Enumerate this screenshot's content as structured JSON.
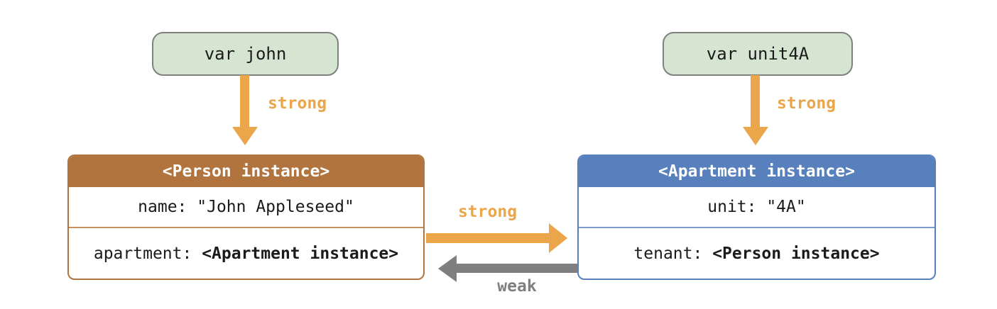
{
  "diagram": {
    "variables": [
      {
        "name": "john",
        "label": "var john",
        "reference_label": "strong"
      },
      {
        "name": "unit4A",
        "label": "var unit4A",
        "reference_label": "strong"
      }
    ],
    "instances": [
      {
        "name": "person",
        "title": "<Person instance>",
        "rows": [
          {
            "text": "name: \"John Appleseed\""
          },
          {
            "prefix": "apartment: ",
            "value": "<Apartment instance>"
          }
        ]
      },
      {
        "name": "apartment",
        "title": "<Apartment instance>",
        "rows": [
          {
            "text": "unit: \"4A\""
          },
          {
            "prefix": "tenant: ",
            "value": "<Person instance>"
          }
        ]
      }
    ],
    "cross_references": [
      {
        "from": "person",
        "to": "apartment",
        "label": "strong"
      },
      {
        "from": "apartment",
        "to": "person",
        "label": "weak"
      }
    ],
    "colors": {
      "strong_reference": "#EBA54A",
      "weak_reference": "#7F7F7F",
      "person_header": "#B2743E",
      "apartment_header": "#5780BD",
      "variable_fill": "#D5E5D2",
      "variable_border": "#808080",
      "background": "#FFFFFF"
    }
  }
}
